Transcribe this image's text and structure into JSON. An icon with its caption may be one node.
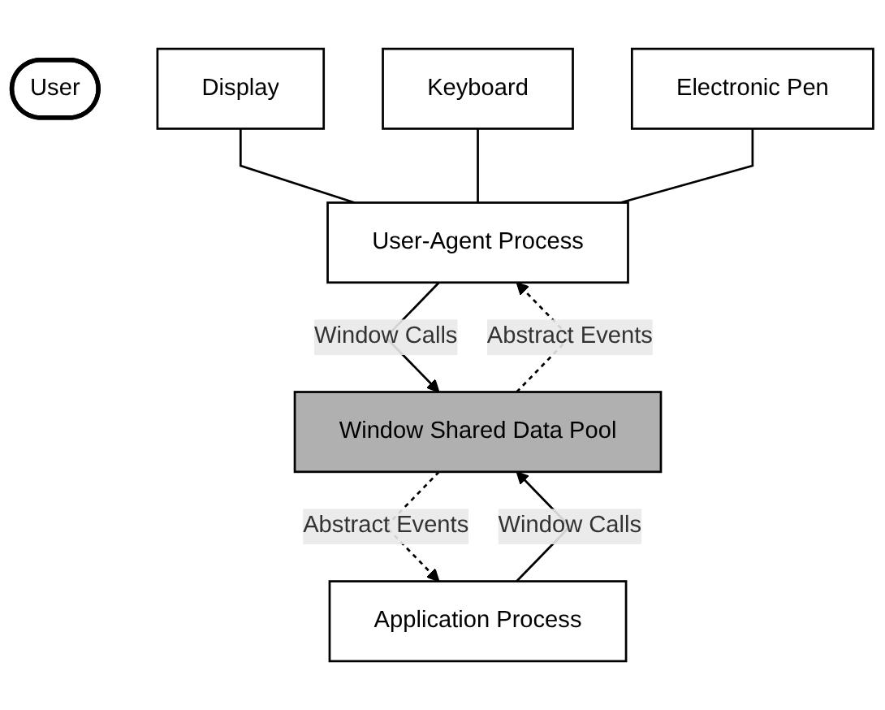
{
  "diagram": {
    "nodes": [
      {
        "text": [
          "User"
        ]
      },
      {
        "text": [
          "Display"
        ]
      },
      {
        "text": [
          "Keyboard"
        ]
      },
      {
        "text": [
          "Electronic Pen"
        ]
      },
      {
        "text": [
          "User-Agent Process"
        ]
      },
      {
        "text": [
          "Application Process"
        ]
      },
      {
        "text": [
          "Window Shared Data Pool"
        ]
      }
    ],
    "edges": [
      {
        "from": 1,
        "to": 4,
        "arrow": "none"
      },
      {
        "from": 2,
        "to": 4,
        "arrow": "none"
      },
      {
        "from": 3,
        "to": 4,
        "arrow": "none"
      },
      {
        "from": 4,
        "to": 6,
        "arrow": "to",
        "label": "Window Calls"
      },
      {
        "from": 6,
        "to": 4,
        "arrow": "to",
        "label": "Abstract Events",
        "style": "dashed"
      },
      {
        "from": 5,
        "to": 6,
        "arrow": "to",
        "label": "Window Calls"
      },
      {
        "from": 6,
        "to": 5,
        "arrow": "to",
        "label": "Abstract Events",
        "style": "dashed"
      }
    ]
  }
}
